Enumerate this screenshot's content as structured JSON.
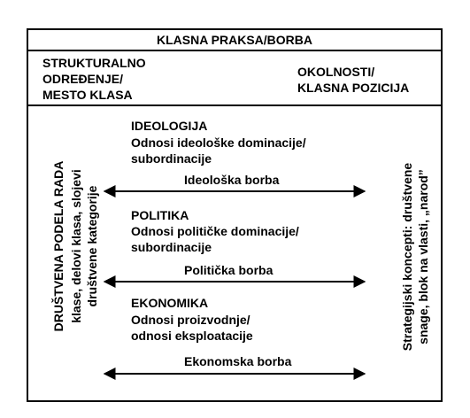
{
  "header": {
    "title": "KLASNA PRAKSA/BORBA",
    "left_lines": [
      "STRUKTURALNO",
      "ODREĐENJE/",
      "MESTO KLASA"
    ],
    "right_lines": [
      "OKOLNOSTI/",
      "KLASNA POZICIJA"
    ]
  },
  "left_side": {
    "line1": "DRUŠTVENA PODELA RADA",
    "line2": "klase, delovi klasa, slojevi",
    "line3": "društvene kategorije"
  },
  "right_side": {
    "line1": "Strategijski koncepti: društvene",
    "line2": "snage, blok na vlasti, „narod”"
  },
  "levels": [
    {
      "heading": "IDEOLOGIJA",
      "desc_lines": [
        "Odnosi ideološke dominacije/",
        "subordinacije"
      ],
      "struggle": "Ideološka borba"
    },
    {
      "heading": "POLITIKA",
      "desc_lines": [
        "Odnosi političke dominacije/",
        "subordinacije"
      ],
      "struggle": "Politička borba"
    },
    {
      "heading": "EKONOMIKA",
      "desc_lines": [
        "Odnosi proizvodnje/",
        "odnosi eksploatacije"
      ],
      "struggle": "Ekonomska borba"
    }
  ]
}
